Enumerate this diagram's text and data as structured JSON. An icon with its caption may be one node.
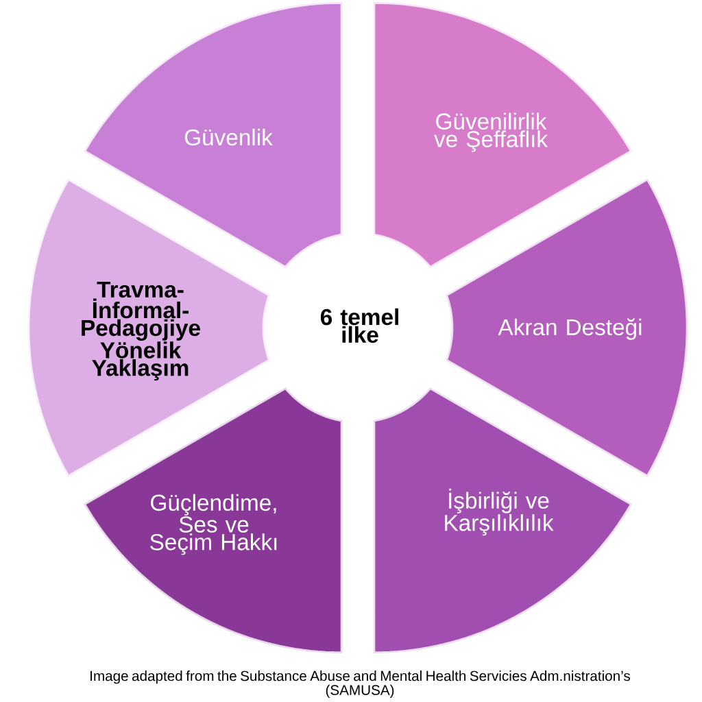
{
  "diagram": {
    "nodes": [
      {
        "text": [
          "6 temel ilke"
        ]
      },
      {
        "text": [
          "Güvenlik"
        ]
      },
      {
        "text": [
          "Güvenilirlik ve Şeffaflık"
        ]
      },
      {
        "text": [
          "Akran Desteği"
        ]
      },
      {
        "text": [
          "İşbirliği ve Karşılıklılık"
        ]
      },
      {
        "text": [
          "Güçlendime, Ses ve Seçim Hakkı"
        ]
      },
      {
        "text": [
          "Travma-İnformal-Pedagojiye Yönelik Yaklaşım"
        ]
      }
    ],
    "caption": "Image adapted from the Substance Abuse and Mental Health Servicies Adm.nistration’s (SAMUSA)"
  }
}
